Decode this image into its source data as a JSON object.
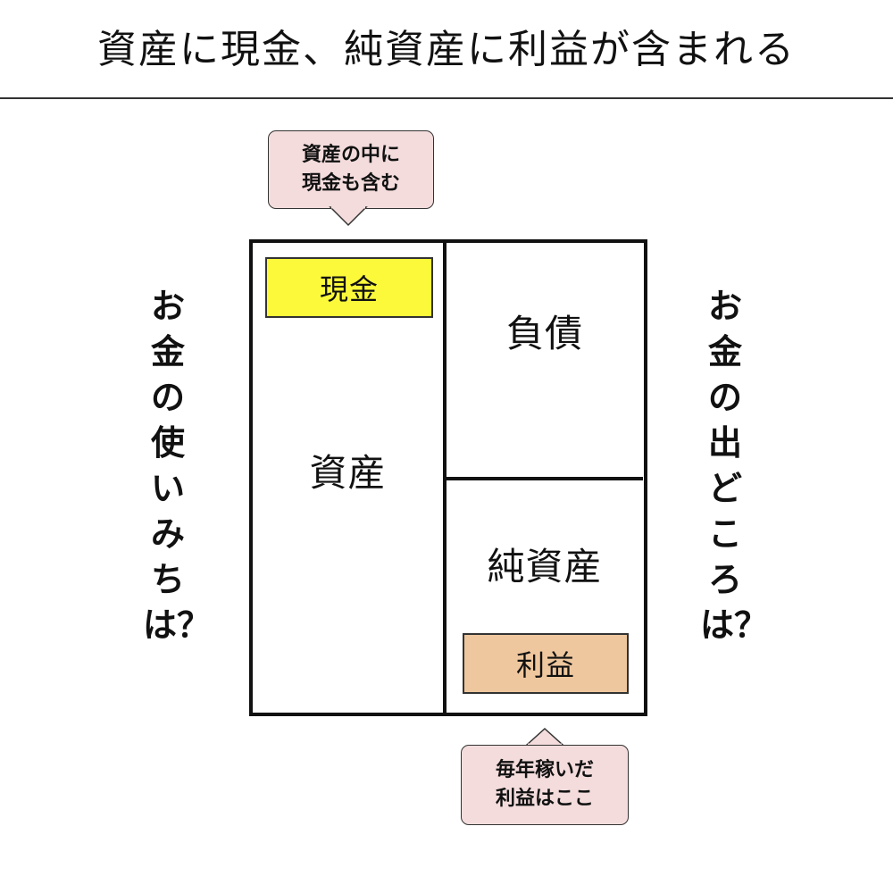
{
  "title": "資産に現金、純資産に利益が含まれる",
  "left_label": "お金の使いみちは？",
  "right_label": "お金の出どころは？",
  "callout_top": {
    "line1": "資産の中に",
    "line2": "現金も含む"
  },
  "callout_bottom": {
    "line1": "毎年稼いだ",
    "line2": "利益はここ"
  },
  "balance_sheet": {
    "assets": "資産",
    "liabilities": "負債",
    "net_assets": "純資産",
    "cash": "現金",
    "profit": "利益"
  },
  "colors": {
    "cash_fill": "#fbf93a",
    "profit_fill": "#efc79e",
    "callout_fill": "#f4dcdc"
  }
}
